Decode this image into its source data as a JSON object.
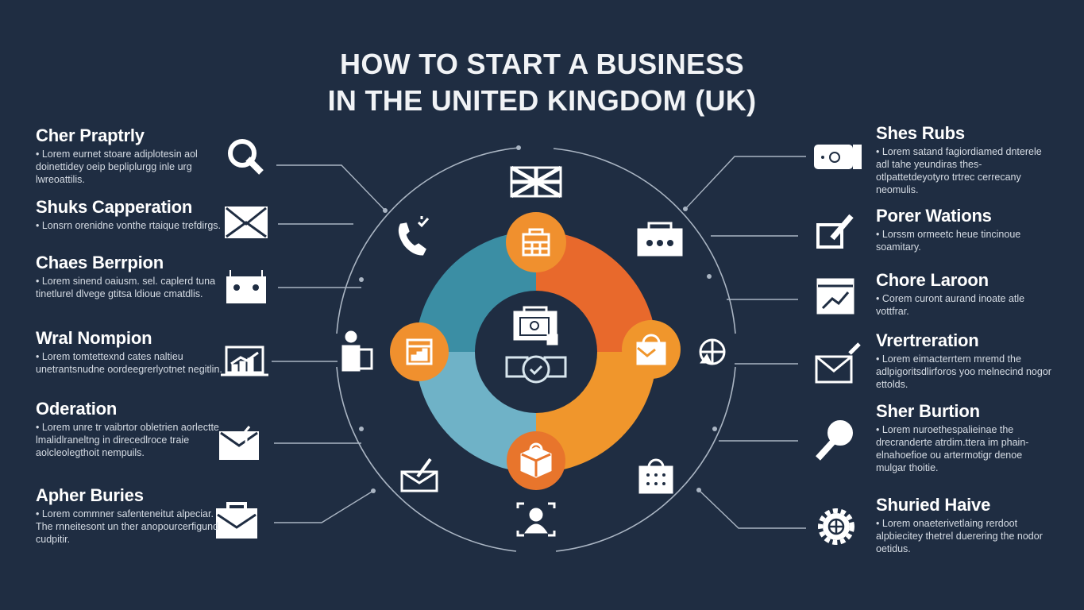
{
  "title": {
    "line1": "HOW TO START A BUSINESS",
    "line2": "IN THE UNITED KINGDOM (UK)"
  },
  "colors": {
    "background": "#1f2d42",
    "teal": "#3b8ea4",
    "light_blue": "#6fb2c7",
    "orange": "#e8692c",
    "amber": "#f0962c",
    "badge": "#f0902e"
  },
  "left_items": [
    {
      "heading": "Cher Praptrly",
      "text": "• Lorem eurnet stoare adiplotesin aol doinettidey oeip bepliplurgg inle urg lwreoattilis.",
      "icon": "search-icon"
    },
    {
      "heading": "Shuks Capperation",
      "text": "• Lonsrn orenidne vonthe rtaique trefdirgs.",
      "icon": "envelope-icon"
    },
    {
      "heading": "Chaes Berrpion",
      "text": "• Lorem sinend oaiusm. sel. caplerd tuna tinetlurel dlvege gtitsa ldioue cmatdlis.",
      "icon": "meeting-icon"
    },
    {
      "heading": "Wral Nompion",
      "text": "• Lorem tomtettexnd cates naltieu unetrantsnudne oordeegrerlyotnet negitlin.",
      "icon": "laptop-chart-icon"
    },
    {
      "heading": "Oderation",
      "text": "• Lorem unre tr vaibrtor obletrien aorlectte lmalidlraneltng in direcedlroce traie aolcleolegthoit nempuils.",
      "icon": "envelope-arrow-icon"
    },
    {
      "heading": "Apher Buries",
      "text": "• Lorem commner safenteneitut alpeciar. The rnneitesont un ther anopourcerfigund cudpitir.",
      "icon": "briefcase-icon"
    }
  ],
  "right_items": [
    {
      "heading": "Shes Rubs",
      "text": "• Lorem satand fagiordiamed dnterele adl tahe yeundiras thes-otlpattetdeyotyro trtrec cerrecany neomulis.",
      "icon": "card-icon"
    },
    {
      "heading": "Porer Wations",
      "text": "• Lorssm ormeetc heue tincinoue soamitary.",
      "icon": "calendar-pen-icon"
    },
    {
      "heading": "Chore Laroon",
      "text": "• Corem curont aurand inoate atle vottfrar.",
      "icon": "growth-chart-icon"
    },
    {
      "heading": "Vrertreration",
      "text": "• Lorem eimacterrtem mremd the adlpigoritsdlirforos yoo melnecind nogor ettolds.",
      "icon": "envelope-feather-icon"
    },
    {
      "heading": "Sher Burtion",
      "text": "• Lorem nuroethespalieinae the drecranderte atrdim.ttera im phain-elnahoefioe ou artermotigr denoe mulgar thoitie.",
      "icon": "microphone-icon"
    },
    {
      "heading": "Shuried Haive",
      "text": "• Lorem onaeterivetlaing rerdoot alpbiecitey thetrel duerering the nodor oetidus.",
      "icon": "gear-icon"
    }
  ]
}
